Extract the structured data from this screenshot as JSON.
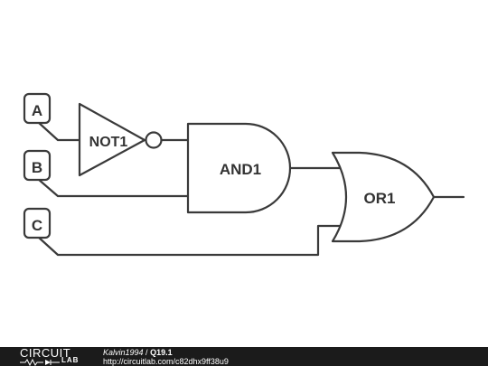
{
  "inputs": [
    {
      "label": "A"
    },
    {
      "label": "B"
    },
    {
      "label": "C"
    }
  ],
  "gates": {
    "not": {
      "label": "NOT1"
    },
    "and": {
      "label": "AND1"
    },
    "or": {
      "label": "OR1"
    }
  },
  "footer": {
    "brand_top": "CIRCUIT",
    "brand_bottom": "LAB",
    "author": "Kalvin1994",
    "separator": " / ",
    "title": "Q19.1",
    "url": "http://circuitlab.com/c82dhx9ff38u9"
  },
  "colors": {
    "stroke": "#3a3a3a",
    "footer_bg": "#1b1b1b"
  }
}
